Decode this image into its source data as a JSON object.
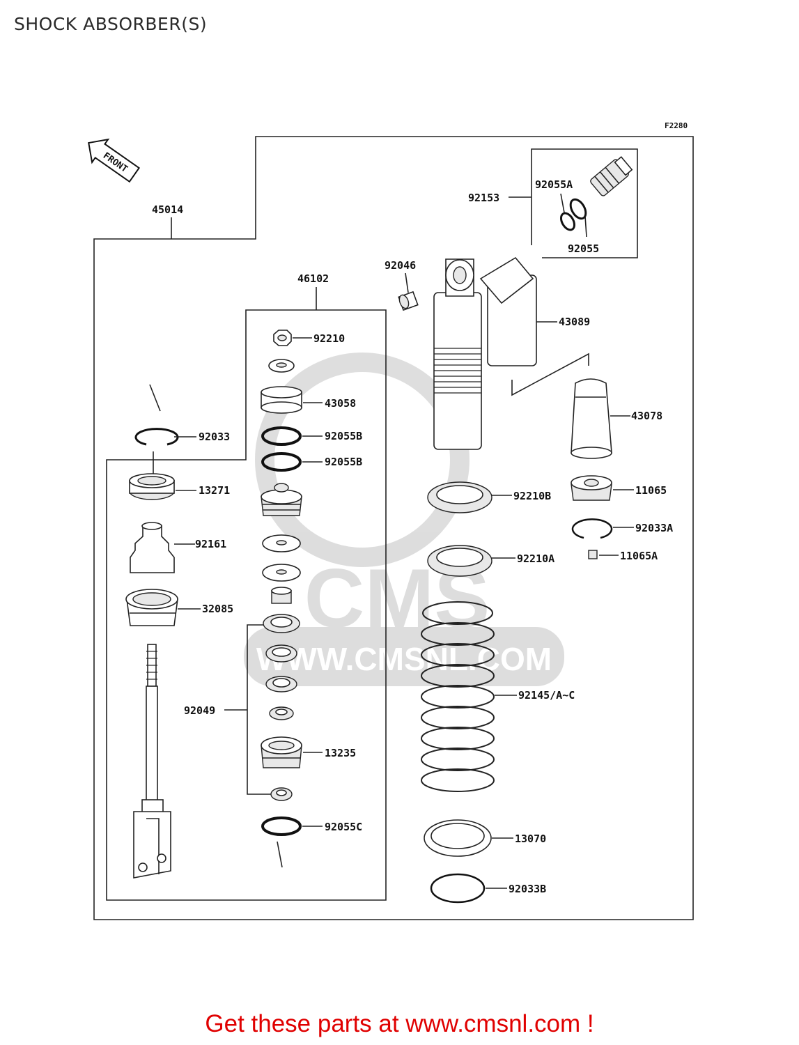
{
  "title": "SHOCK ABSORBER(S)",
  "figure_code": "F2280",
  "front_label": "FRONT",
  "footer": "Get these parts at www.cmsnl.com !",
  "watermark": {
    "text": "CMS",
    "url": "WWW.CMSNL.COM"
  },
  "parts": {
    "p45014": "45014",
    "p46102": "46102",
    "p92210": "92210",
    "p43058": "43058",
    "p92033": "92033",
    "p92055B_1": "92055B",
    "p92055B_2": "92055B",
    "p13271": "13271",
    "p92161": "92161",
    "p32085": "32085",
    "p92049": "92049",
    "p13235": "13235",
    "p92055C": "92055C",
    "p92153": "92153",
    "p92055A": "92055A",
    "p92055": "92055",
    "p92046": "92046",
    "p43089": "43089",
    "p43078": "43078",
    "p11065": "11065",
    "p92033A": "92033A",
    "p11065A": "11065A",
    "p92210B": "92210B",
    "p92210A": "92210A",
    "p92145": "92145/A~C",
    "p13070": "13070",
    "p92033B": "92033B"
  }
}
